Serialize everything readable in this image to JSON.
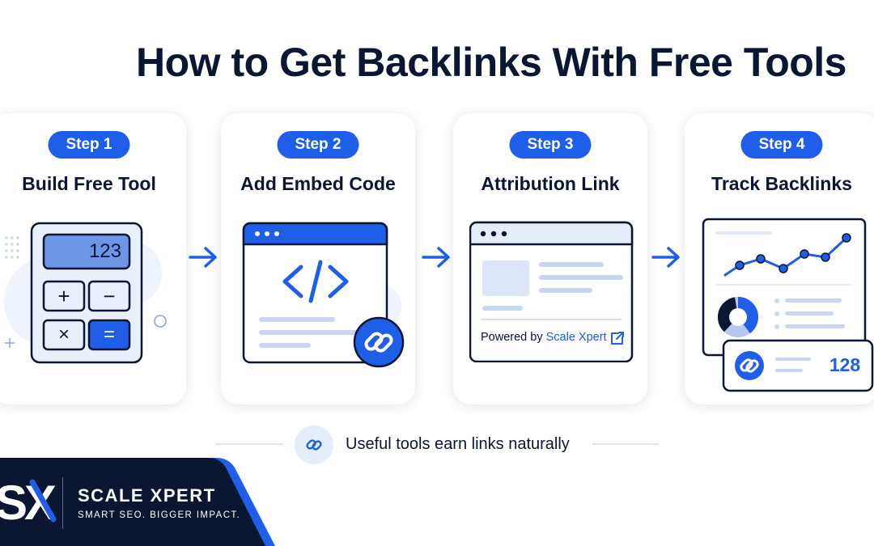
{
  "title": "How to Get Backlinks With Free Tools",
  "steps": [
    {
      "label": "Step 1",
      "title": "Build Free Tool"
    },
    {
      "label": "Step 2",
      "title": "Add Embed Code"
    },
    {
      "label": "Step 3",
      "title": "Attribution Link"
    },
    {
      "label": "Step 4",
      "title": "Track Backlinks"
    }
  ],
  "calculator": {
    "display": "123",
    "keys": [
      "+",
      "−",
      "×",
      "="
    ]
  },
  "embed": {
    "code_symbol": "</>"
  },
  "attribution": {
    "powered_prefix": "Powered by",
    "powered_brand": "Scale Xpert"
  },
  "tracking": {
    "backlink_count": "128"
  },
  "footer": {
    "message": "Useful tools earn links naturally"
  },
  "brand": {
    "logo_text": "SX",
    "name": "SCALE XPERT",
    "tagline": "SMART SEO. BIGGER IMPACT."
  },
  "colors": {
    "accent": "#1e5ee8",
    "navy": "#0b1633",
    "panel_bg": "#e9effb"
  }
}
